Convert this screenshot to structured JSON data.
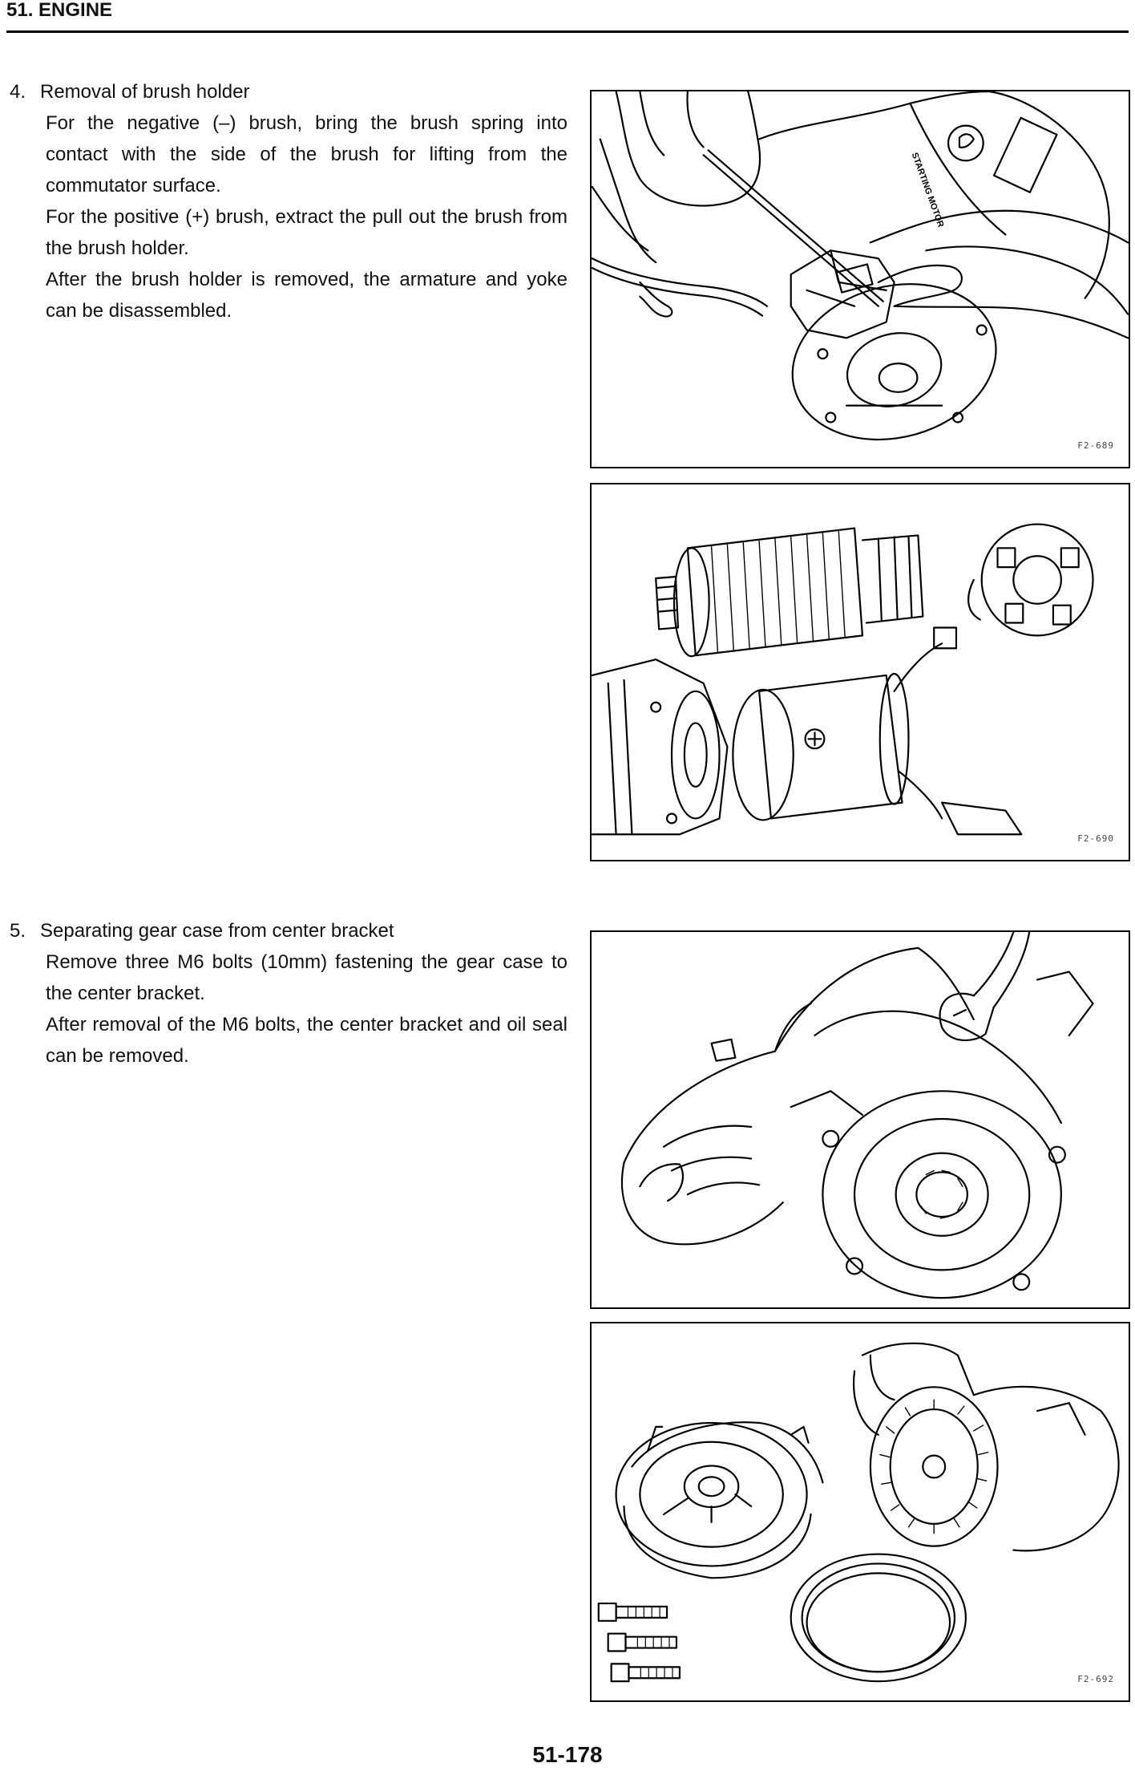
{
  "header": {
    "title": "51. ENGINE"
  },
  "sections": [
    {
      "number": "4.",
      "heading": "Removal of brush holder",
      "paragraphs": [
        "For the negative (–) brush, bring the brush spring into contact with the side of the brush for lifting from the commutator surface.",
        "For the positive (+) brush, extract the pull out the brush from the brush holder.",
        "After the brush holder is removed, the armature and yoke can be disassembled."
      ]
    },
    {
      "number": "5.",
      "heading": "Separating gear case from center bracket",
      "paragraphs": [
        "Remove three M6 bolts (10mm) fastening the gear case to the center bracket.",
        "After removal of the M6 bolts, the center bracket and oil seal can be removed."
      ]
    }
  ],
  "figures": [
    {
      "code": "F2-689",
      "label_text": "STARTING MOTOR"
    },
    {
      "code": "F2-690"
    },
    {
      "code": ""
    },
    {
      "code": "F2-692"
    }
  ],
  "footer": {
    "page_number": "51-178"
  }
}
